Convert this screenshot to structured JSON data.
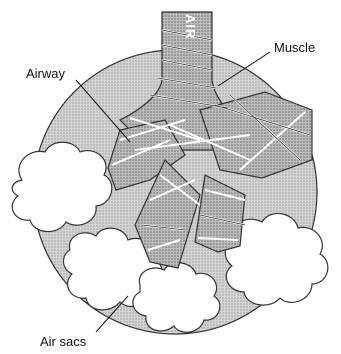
{
  "diagram": {
    "vertical_label": "AIR",
    "labels": {
      "muscle": "Muscle",
      "airway": "Airway",
      "air_sacs": "Air sacs"
    }
  }
}
